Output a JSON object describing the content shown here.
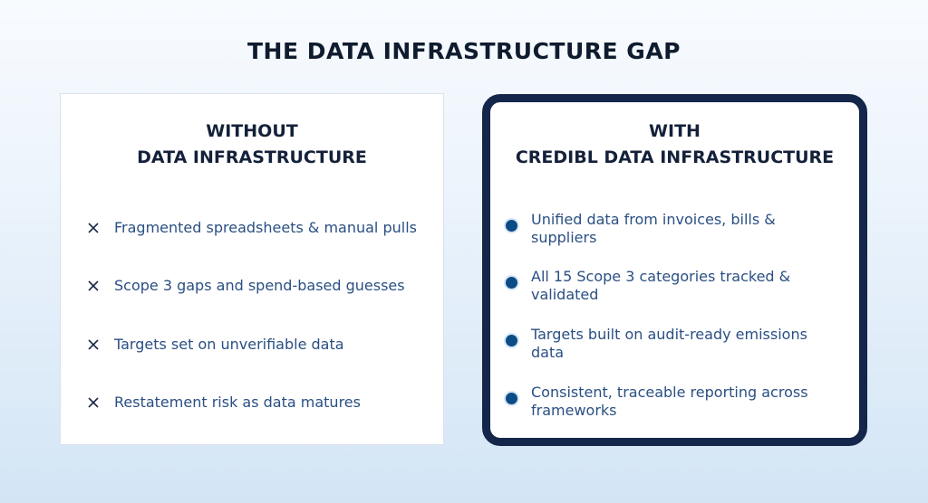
{
  "title": "THE DATA INFRASTRUCTURE GAP",
  "without": {
    "heading_line1": "WITHOUT",
    "heading_line2": "DATA INFRASTRUCTURE",
    "items": [
      {
        "text": "Fragmented spreadsheets & manual pulls",
        "icon": "x-mark-icon"
      },
      {
        "text": "Scope 3 gaps and spend-based guesses",
        "icon": "x-mark-icon"
      },
      {
        "text": "Targets set on unverifiable data",
        "icon": "x-mark-icon"
      },
      {
        "text": "Restatement risk as data matures",
        "icon": "x-mark-icon"
      }
    ]
  },
  "with": {
    "heading_line1": "WITH",
    "heading_line2": "CREDIBL DATA INFRASTRUCTURE",
    "items": [
      {
        "text": "Unified data from invoices, bills & suppliers",
        "icon": "bullet-dot-icon"
      },
      {
        "text": "All 15 Scope 3 categories tracked & validated",
        "icon": "bullet-dot-icon"
      },
      {
        "text": "Targets built on audit-ready emissions data",
        "icon": "bullet-dot-icon"
      },
      {
        "text": "Consistent, traceable reporting across frameworks",
        "icon": "bullet-dot-icon"
      }
    ]
  },
  "colors": {
    "title": "#0f1b2e",
    "heading": "#14213a",
    "item_text": "#2a4f83",
    "right_border": "#14274a",
    "bullet": "#0b4b86",
    "x_mark": "#1b2a44"
  }
}
